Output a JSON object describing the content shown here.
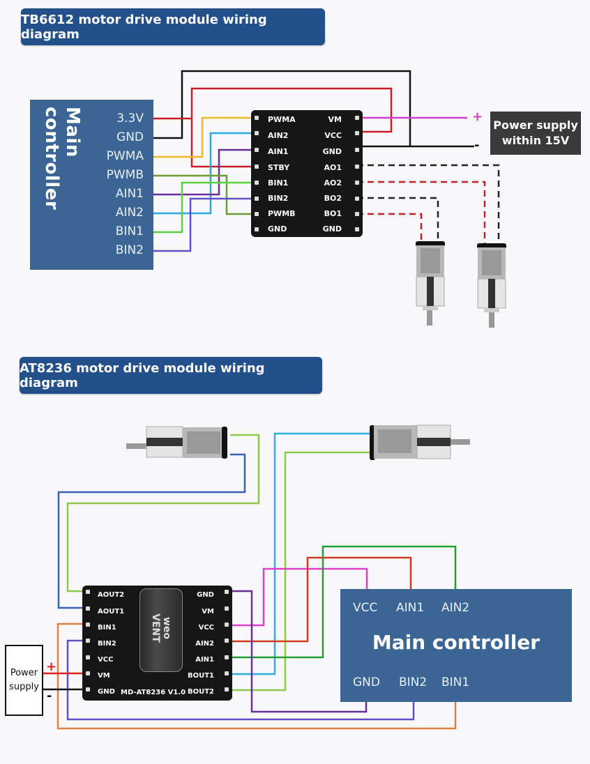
{
  "diagram1": {
    "title": "TB6612 motor drive module wiring diagram",
    "controller": {
      "title": "Main controller",
      "pins": [
        "3.3V",
        "GND",
        "PWMA",
        "PWMB",
        "AIN1",
        "AIN2",
        "BIN1",
        "BIN2"
      ]
    },
    "module": {
      "left_pins": [
        "PWMA",
        "AIN2",
        "AIN1",
        "STBY",
        "BIN1",
        "BIN2",
        "PWMB",
        "GND"
      ],
      "right_pins": [
        "VM",
        "VCC",
        "GND",
        "AO1",
        "AO2",
        "BO2",
        "BO1",
        "GND"
      ]
    },
    "power_supply": {
      "line1": "Power supply",
      "line2": "within 15V",
      "plus": "+",
      "minus": "-"
    },
    "wire_colors": {
      "v33": "#c81e28",
      "gnd": "#111111",
      "pwma": "#f0b828",
      "ain2": "#28a8e0",
      "ain1": "#6a2e9a",
      "pwmb": "#6a9a3a",
      "bin1": "#5ad03a",
      "bin2": "#6050c8",
      "vm": "#d040c8"
    }
  },
  "diagram2": {
    "title": "AT8236 motor drive module wiring diagram",
    "controller": {
      "title": "Main controller",
      "top_pins": [
        "VCC",
        "AIN1",
        "AIN2"
      ],
      "bottom_pins": [
        "GND",
        "BIN2",
        "BIN1"
      ]
    },
    "module": {
      "name": "MD-AT8236 V1.0",
      "capacitor_text": "weo VENT",
      "left_pins": [
        "AOUT2",
        "AOUT1",
        "BIN1",
        "BIN2",
        "VCC",
        "VM",
        "GND"
      ],
      "right_pins": [
        "GND",
        "VM",
        "VCC",
        "AIN2",
        "AIN1",
        "BOUT1",
        "BOUT2"
      ]
    },
    "power_supply": {
      "line1": "Power",
      "line2": "supply",
      "plus": "+",
      "minus": "-"
    }
  }
}
